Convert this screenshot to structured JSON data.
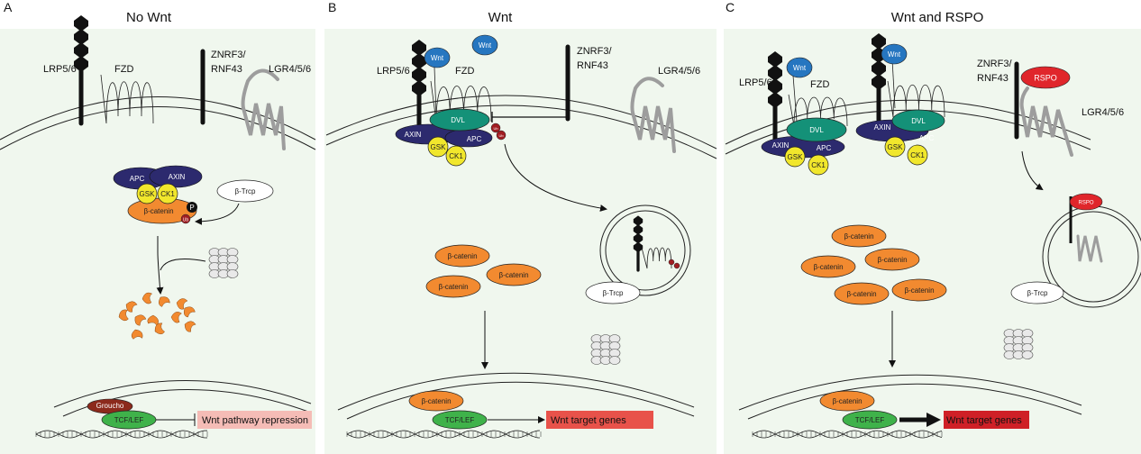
{
  "panels": [
    {
      "letter": "A",
      "title": "No Wnt"
    },
    {
      "letter": "B",
      "title": "Wnt"
    },
    {
      "letter": "C",
      "title": "Wnt and RSPO"
    }
  ],
  "labels": {
    "lrp": "LRP5/6",
    "fzd": "FZD",
    "znrf_1": "ZNRF3/",
    "znrf_2": "RNF43",
    "lgr": "LGR4/5/6",
    "apc": "APC",
    "axin": "AXIN",
    "gsk": "GSK",
    "ck1": "CK1",
    "bcat": "β-catenin",
    "p": "P",
    "ub": "Ub",
    "btrcp": "β-Trcp",
    "wnt": "Wnt",
    "dvl": "DVL",
    "rspo": "RSPO",
    "groucho": "Groucho",
    "tcf": "TCF/LEF",
    "repression": "Wnt pathway repression",
    "target": "Wnt target genes"
  },
  "colors": {
    "panel_bg": "#f0f7ee",
    "repression_box": "#f5bcb6",
    "target_box_b": "#e8524a",
    "target_box_c": "#cf2027",
    "apc_axin": "#2c2a6e",
    "gsk_ck1": "#f1e72c",
    "beta_catenin": "#f28a30",
    "dvl": "#149178",
    "wnt": "#2676c0",
    "rspo": "#e0262b"
  }
}
